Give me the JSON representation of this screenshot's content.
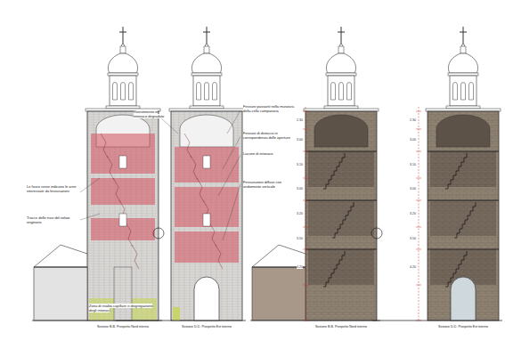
{
  "diagram": {
    "labels": [
      "Sezione B-B. Prospetto Nord interno",
      "Sezione D-D. Prospetto Est interno",
      "Sezione B-B. Prospetto Nord interno",
      "Sezione D-D. Prospetto Est interno",
      "Le fasce rosse indicano le aree interessate da fessurazioni",
      "Tracce delle travi del solaio originario",
      "Zona di risalita capillare e disgregazione degli intonaci",
      "Rivestimento in intonaco degradato",
      "Fessure passanti nella muratura della cella campanaria",
      "Fessure di distacco in corrispondenza delle aperture",
      "Lacune di intonaco",
      "Fessurazioni diffuse con andamento verticale",
      "2.30",
      "3.00",
      "3.10",
      "3.00",
      "3.20",
      "3.50",
      "4.20",
      "2.30",
      "3.00",
      "3.10",
      "3.00",
      "3.20",
      "3.50",
      "4.20"
    ]
  }
}
